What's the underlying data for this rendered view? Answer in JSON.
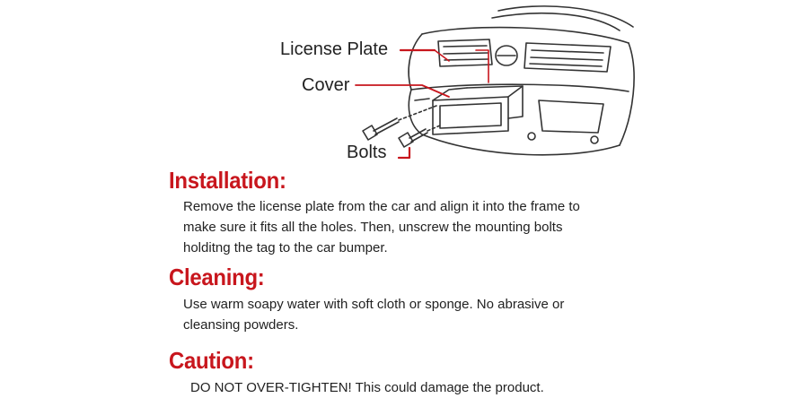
{
  "diagram": {
    "labels": {
      "license_plate": "License Plate",
      "cover": "Cover",
      "bolts": "Bolts"
    },
    "colors": {
      "leader": "#c8161d",
      "linework": "#333333"
    },
    "icons": [
      "car-front-illustration",
      "license-plate-cover",
      "mounting-bolt"
    ]
  },
  "sections": {
    "installation": {
      "heading": "Installation:",
      "body": "Remove the license plate from the car and align it into the frame to make sure it fits all the holes. Then, unscrew the mounting bolts holditng the tag to the car bumper."
    },
    "cleaning": {
      "heading": "Cleaning:",
      "body": "Use warm soapy water with soft cloth or sponge. No abrasive or cleansing powders."
    },
    "caution": {
      "heading": "Caution:",
      "body": "DO NOT OVER-TIGHTEN! This could damage the product."
    }
  },
  "theme": {
    "heading_color": "#c8161d",
    "text_color": "#222222",
    "background": "#ffffff"
  }
}
